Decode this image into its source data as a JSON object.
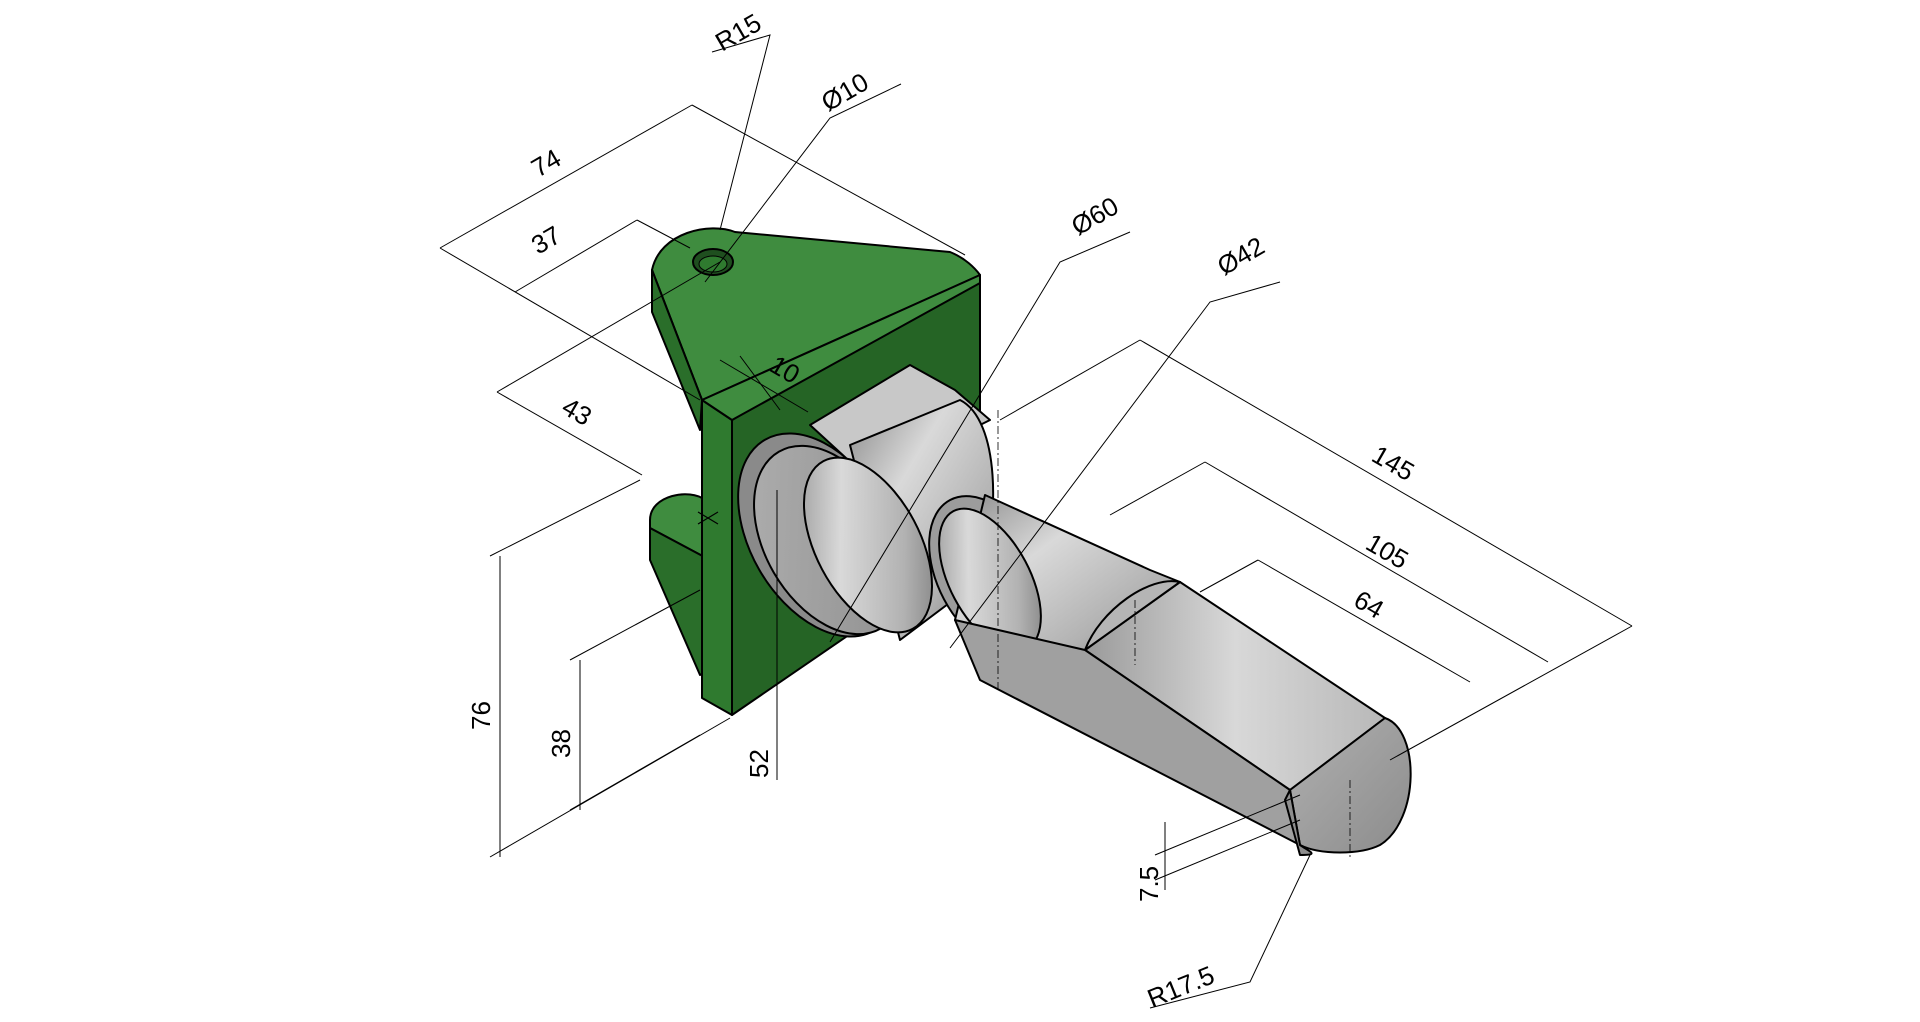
{
  "colors": {
    "bracket_top": "#3f8c3f",
    "bracket_front": "#2f7a2f",
    "bracket_side": "#256425",
    "steel_light": "#d6d6d6",
    "steel_mid": "#a9a9a9",
    "steel_dark": "#6e6e6e",
    "line": "#000000"
  },
  "dimensions": {
    "r15": "R15",
    "phi10": "Ø10",
    "d74": "74",
    "d37": "37",
    "d10": "10",
    "d43": "43",
    "phi60": "Ø60",
    "phi42": "Ø42",
    "d145": "145",
    "d105": "105",
    "d64": "64",
    "d76": "76",
    "d38": "38",
    "d52": "52",
    "d7_5": "7.5",
    "r17_5": "R17.5"
  }
}
